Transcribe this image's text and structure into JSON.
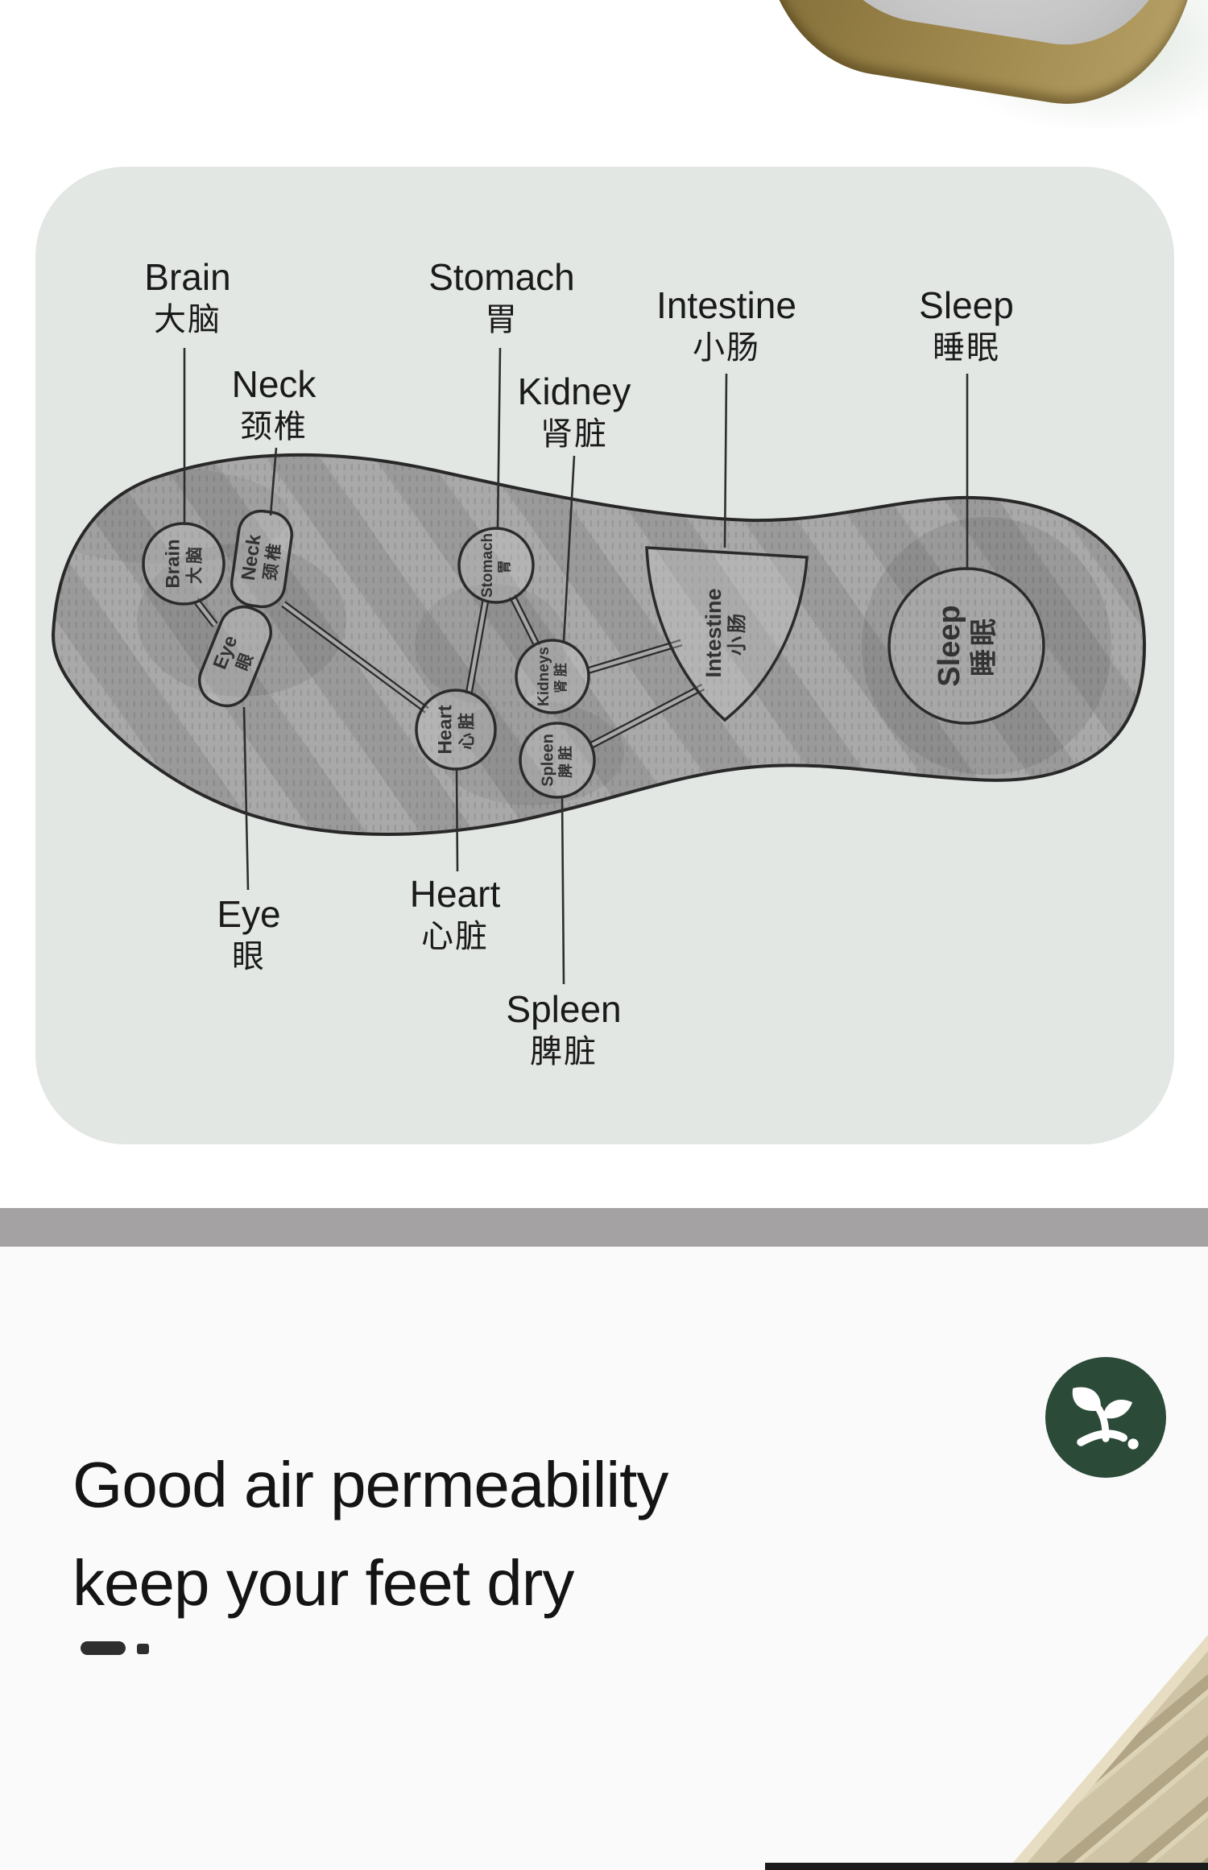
{
  "diagram": {
    "callouts": [
      {
        "id": "brain",
        "en": "Brain",
        "zh": "大脑"
      },
      {
        "id": "neck",
        "en": "Neck",
        "zh": "颈椎"
      },
      {
        "id": "stomach",
        "en": "Stomach",
        "zh": "胃"
      },
      {
        "id": "kidney",
        "en": "Kidney",
        "zh": "肾脏"
      },
      {
        "id": "intestine",
        "en": "Intestine",
        "zh": "小肠"
      },
      {
        "id": "sleep",
        "en": "Sleep",
        "zh": "睡眠"
      },
      {
        "id": "eye",
        "en": "Eye",
        "zh": "眼"
      },
      {
        "id": "heart",
        "en": "Heart",
        "zh": "心脏"
      },
      {
        "id": "spleen",
        "en": "Spleen",
        "zh": "脾脏"
      }
    ],
    "zones": [
      {
        "id": "brain",
        "en": "Brain",
        "zh": "大脑"
      },
      {
        "id": "neck",
        "en": "Neck",
        "zh": "颈椎"
      },
      {
        "id": "eye",
        "en": "Eye",
        "zh": "眼"
      },
      {
        "id": "stomach",
        "en": "Stomach",
        "zh": "胃"
      },
      {
        "id": "kidneys",
        "en": "Kidneys",
        "zh": "肾脏"
      },
      {
        "id": "heart",
        "en": "Heart",
        "zh": "心脏"
      },
      {
        "id": "spleen",
        "en": "Spleen",
        "zh": "脾脏"
      },
      {
        "id": "intestine",
        "en": "Intestine",
        "zh": "小肠"
      },
      {
        "id": "sleep",
        "en": "Sleep",
        "zh": "睡眠"
      }
    ]
  },
  "feature": {
    "heading_line1": "Good air permeability",
    "heading_line2": "keep your feet dry",
    "icon": "sprout-icon"
  },
  "colors": {
    "panel_bg": "#e3e7e4",
    "insole_gray": "#9a9a9a",
    "outline": "#282828",
    "divider_bar": "#a5a2a3",
    "icon_green": "#2c4a38",
    "sole_tan": "#a28b4f",
    "tread_beige": "#cfc4a6",
    "text": "#1a1a1a"
  }
}
